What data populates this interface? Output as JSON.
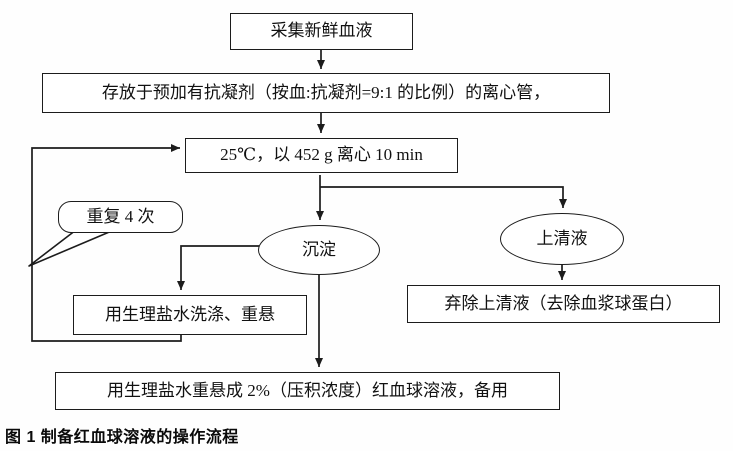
{
  "figure": {
    "caption": "图 1  制备红血球溶液的操作流程"
  },
  "flowchart": {
    "type": "flowchart",
    "colors": {
      "line": "#1c1c1c",
      "background": "#ffffff",
      "text": "#111111"
    },
    "nodes": {
      "collect": {
        "shape": "rect",
        "label": "采集新鲜血液"
      },
      "store": {
        "shape": "rect",
        "label": "存放于预加有抗凝剂（按血:抗凝剂=9:1 的比例）的离心管，"
      },
      "centrifuge": {
        "shape": "rect",
        "label": "25℃，以 452 g 离心 10 min"
      },
      "repeat": {
        "shape": "callout",
        "label": "重复 4 次"
      },
      "sediment": {
        "shape": "ellipse",
        "label": "沉淀"
      },
      "supernatant": {
        "shape": "ellipse",
        "label": "上清液"
      },
      "wash": {
        "shape": "rect",
        "label": "用生理盐水洗涤、重悬"
      },
      "discard": {
        "shape": "rect",
        "label": "弃除上清液（去除血浆球蛋白）"
      },
      "final": {
        "shape": "rect",
        "label": "用生理盐水重悬成 2%（压积浓度）红血球溶液，备用"
      }
    },
    "edges": [
      {
        "from": "collect",
        "to": "store"
      },
      {
        "from": "store",
        "to": "centrifuge"
      },
      {
        "from": "centrifuge",
        "to": "sediment"
      },
      {
        "from": "centrifuge",
        "to": "supernatant"
      },
      {
        "from": "sediment",
        "to": "wash"
      },
      {
        "from": "sediment",
        "to": "final"
      },
      {
        "from": "supernatant",
        "to": "discard"
      },
      {
        "from": "wash",
        "to": "centrifuge",
        "note": "loop annotated by repeat-4-times callout"
      }
    ]
  }
}
